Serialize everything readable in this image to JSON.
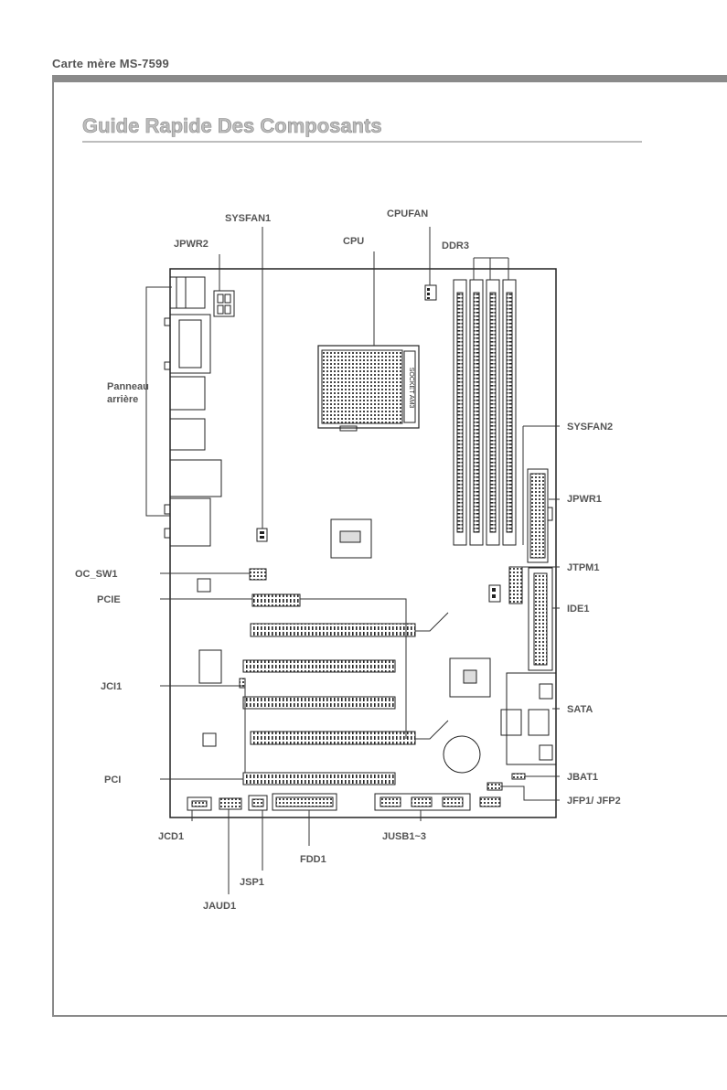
{
  "header": {
    "title": "Carte mère MS-7599"
  },
  "section": {
    "title": "Guide Rapide Des Composants"
  },
  "cpu_socket_text": "SOCKET AM3",
  "labels": {
    "sysfan1": "SYSFAN1",
    "cpufan": "CPUFAN",
    "jpwr2": "JPWR2",
    "cpu": "CPU",
    "ddr3": "DDR3",
    "panneau": "Panneau",
    "arriere": "arrière",
    "sysfan2": "SYSFAN2",
    "jpwr1": "JPWR1",
    "oc_sw1": "OC_SW1",
    "jtpm1": "JTPM1",
    "pcie": "PCIE",
    "ide1": "IDE1",
    "jci1": "JCI1",
    "sata": "SATA",
    "pci": "PCI",
    "jbat1": "JBAT1",
    "jfp": "JFP1/  JFP2",
    "jcd1": "JCD1",
    "jusb": "JUSB1~3",
    "fdd1": "FDD1",
    "jsp1": "JSP1",
    "jaud1": "JAUD1"
  }
}
